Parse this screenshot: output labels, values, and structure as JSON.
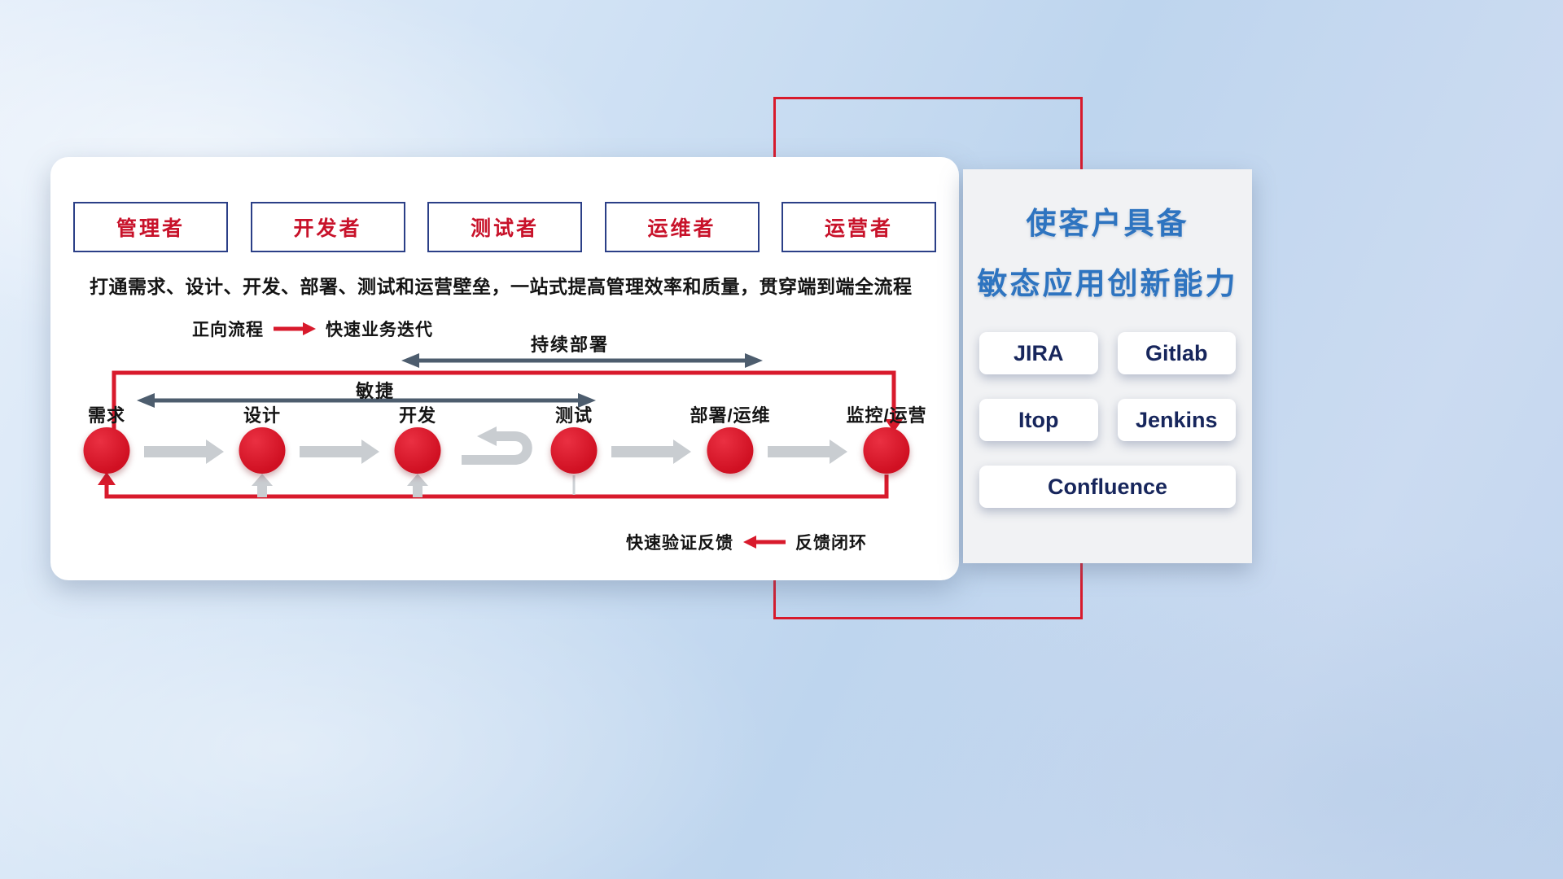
{
  "colors": {
    "accent_red": "#d81a2c",
    "role_border_navy": "#2b3f87",
    "role_text_red": "#c8122a",
    "title_blue": "#2e74c0",
    "tool_text_navy": "#17265c",
    "slate_arrow": "#4d5d6e",
    "gray_arrow": "#c9cdd1",
    "panel_white": "#ffffff",
    "side_panel_gray": "#f1f2f4"
  },
  "roles": [
    {
      "label": "管理者"
    },
    {
      "label": "开发者"
    },
    {
      "label": "测试者"
    },
    {
      "label": "运维者"
    },
    {
      "label": "运营者"
    }
  ],
  "description": "打通需求、设计、开发、部署、测试和运营壁垒，一站式提高管理效率和质量，贯穿端到端全流程",
  "legend_forward": {
    "label": "正向流程",
    "value": "快速业务迭代"
  },
  "flow": {
    "continuous_deploy_label": "持续部署",
    "agile_label": "敏捷",
    "stages": [
      {
        "label": "需求"
      },
      {
        "label": "设计"
      },
      {
        "label": "开发"
      },
      {
        "label": "测试"
      },
      {
        "label": "部署/运维"
      },
      {
        "label": "监控/运营"
      }
    ]
  },
  "legend_feedback": {
    "value": "快速验证反馈",
    "label": "反馈闭环"
  },
  "side_panel": {
    "title_line1": "使客户具备",
    "title_line2": "敏态应用创新能力",
    "tools": [
      {
        "name": "JIRA"
      },
      {
        "name": "Gitlab"
      },
      {
        "name": "Itop"
      },
      {
        "name": "Jenkins"
      },
      {
        "name": "Confluence"
      }
    ]
  }
}
